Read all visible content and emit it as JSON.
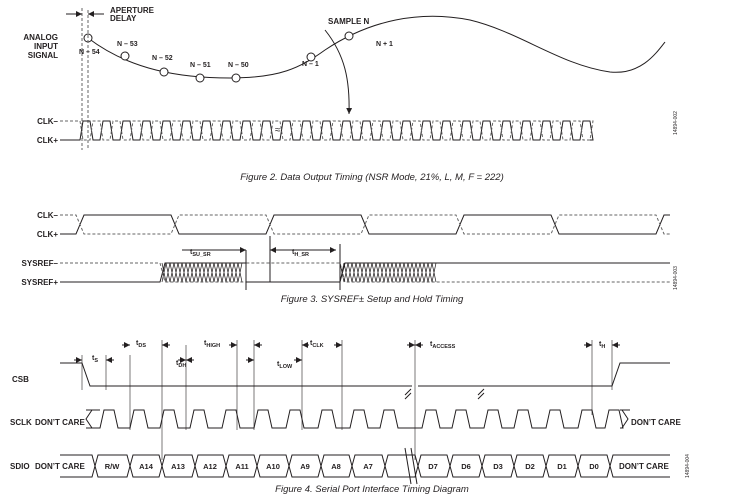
{
  "figure2": {
    "analog_label": [
      "ANALOG",
      "INPUT",
      "SIGNAL"
    ],
    "aperture_label": [
      "APERTURE",
      "DELAY"
    ],
    "sample_n": "SAMPLE N",
    "samples": [
      "N – 54",
      "N – 53",
      "N – 52",
      "N – 51",
      "N – 50",
      "N – 1",
      "N + 1"
    ],
    "clk_minus": "CLK–",
    "clk_plus": "CLK+",
    "caption": "Figure 2. Data Output Timing (NSR Mode, 21%, L, M, F = 222)",
    "id": "14894-002"
  },
  "figure3": {
    "clk_minus": "CLK–",
    "clk_plus": "CLK+",
    "sysref_minus": "SYSREF–",
    "sysref_plus": "SYSREF+",
    "tsu": {
      "base": "t",
      "sub": "SU_SR"
    },
    "th": {
      "base": "t",
      "sub": "H_SR"
    },
    "caption": "Figure 3. SYSREF± Setup and Hold Timing",
    "id": "14894-003"
  },
  "figure4": {
    "csb": "CSB",
    "sclk": "SCLK",
    "sdio": "SDIO",
    "dont_care": "DON’T CARE",
    "timing": [
      {
        "base": "t",
        "sub": "S"
      },
      {
        "base": "t",
        "sub": "DS"
      },
      {
        "base": "t",
        "sub": "DH"
      },
      {
        "base": "t",
        "sub": "HIGH"
      },
      {
        "base": "t",
        "sub": "LOW"
      },
      {
        "base": "t",
        "sub": "CLK"
      },
      {
        "base": "t",
        "sub": "ACCESS"
      },
      {
        "base": "t",
        "sub": "H"
      }
    ],
    "bits": [
      "R/W",
      "A14",
      "A13",
      "A12",
      "A11",
      "A10",
      "A9",
      "A8",
      "A7",
      "D7",
      "D6",
      "D3",
      "D2",
      "D1",
      "D0"
    ],
    "caption": "Figure 4. Serial Port Interface Timing Diagram",
    "id": "14894-004"
  }
}
